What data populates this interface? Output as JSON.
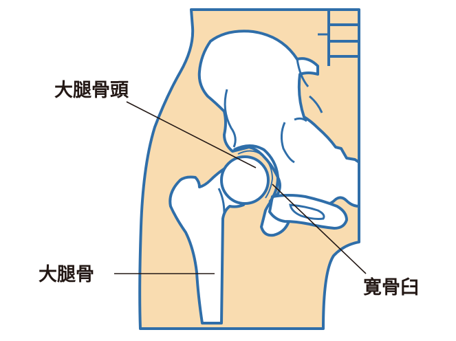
{
  "labels": {
    "femoral_head": "大腿骨頭",
    "femur": "大腿骨",
    "acetabulum": "寛骨臼"
  },
  "colors": {
    "skin": "#F9DCB0",
    "outline": "#2F6EA9",
    "bone": "#FFFFFF",
    "leader_line": "#231815",
    "text": "#231815"
  }
}
